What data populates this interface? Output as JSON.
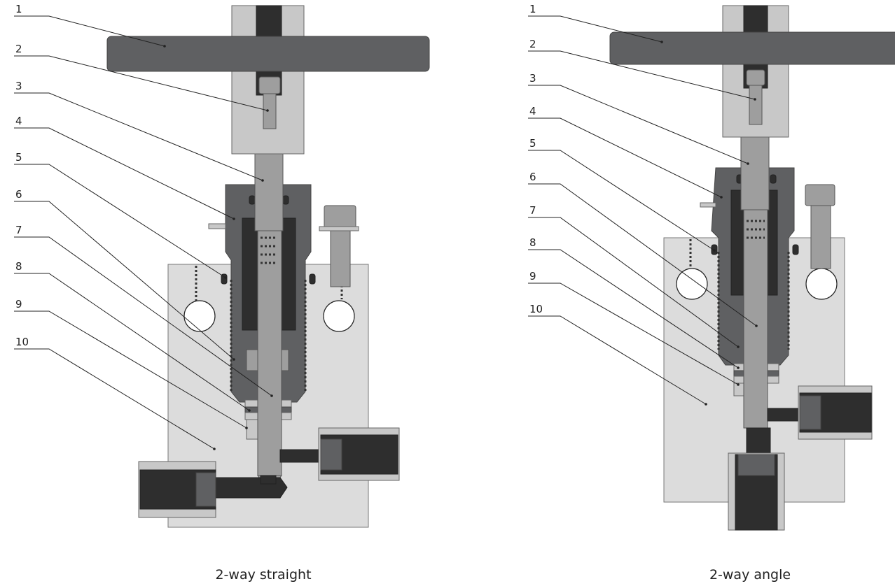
{
  "figures": [
    {
      "id": "straight",
      "caption": "2-way straight",
      "callouts": [
        "1",
        "2",
        "3",
        "4",
        "5",
        "6",
        "7",
        "8",
        "9",
        "10"
      ]
    },
    {
      "id": "angle",
      "caption": "2-way angle",
      "callouts": [
        "1",
        "2",
        "3",
        "4",
        "5",
        "6",
        "7",
        "8",
        "9",
        "10"
      ]
    }
  ],
  "colors": {
    "handle": "#5f6062",
    "body": "#dcdcdc",
    "stem": "#9e9e9e",
    "packing": "#2e2e2e"
  }
}
